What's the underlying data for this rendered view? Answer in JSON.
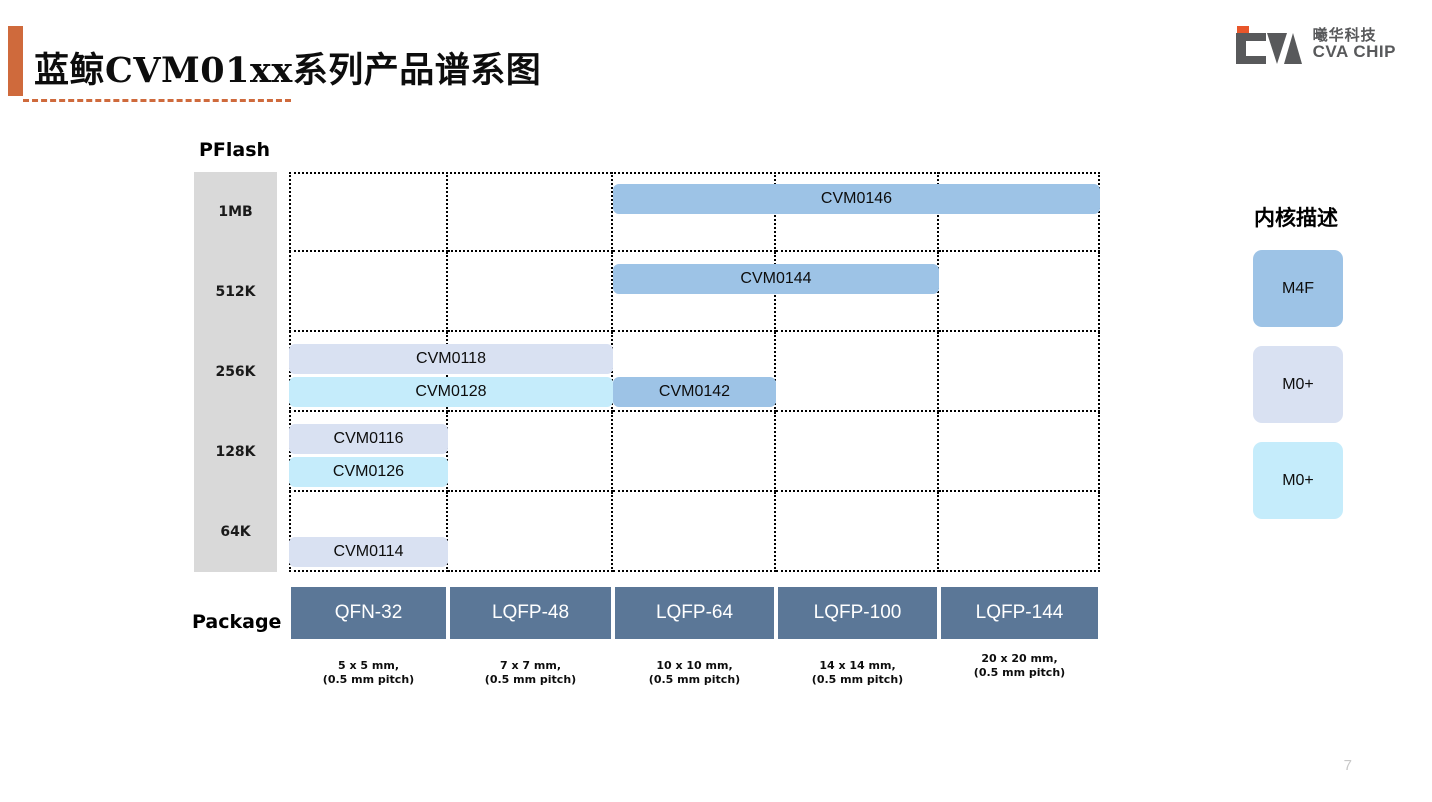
{
  "header": {
    "title": "蓝鲸CVM01xx系列产品谱系图",
    "accent_color": "#cf6a3c"
  },
  "logo": {
    "cn": "曦华科技",
    "en": "CVA CHIP",
    "mark_color": "#58595b",
    "accent_color": "#e8562a"
  },
  "axes": {
    "y_caption": "PFlash",
    "x_caption": "Package"
  },
  "legend": {
    "title": "内核描述",
    "items": [
      {
        "label": "M4F",
        "color": "#9dc3e6"
      },
      {
        "label": "M0+",
        "color": "#d9e1f2"
      },
      {
        "label": "M0+",
        "color": "#c5ecfb"
      }
    ]
  },
  "page_number": "7",
  "chart_data": {
    "type": "bar",
    "title": "蓝鲸CVM01xx系列产品谱系图",
    "xlabel": "Package",
    "ylabel": "PFlash",
    "grid": true,
    "legend_position": "right",
    "categories": [
      "QFN-32",
      "LQFP-48",
      "LQFP-64",
      "LQFP-100",
      "LQFP-144"
    ],
    "category_notes": [
      "5 x 5 mm,\n(0.5 mm pitch)",
      "7 x 7 mm,\n(0.5 mm pitch)",
      "10 x 10 mm,\n(0.5 mm pitch)",
      "14 x 14 mm,\n(0.5 mm pitch)",
      "20 x 20 mm,\n(0.5 mm pitch)"
    ],
    "y_categories": [
      "1MB",
      "512K",
      "256K",
      "128K",
      "64K"
    ],
    "series": [
      {
        "name": "CVM0146",
        "core": "M4F",
        "color": "#9dc3e6",
        "flash": "1MB",
        "package_from": "LQFP-64",
        "package_to": "LQFP-144",
        "col_start": 3,
        "col_end": 5,
        "row": 1,
        "sub": 0
      },
      {
        "name": "CVM0144",
        "core": "M4F",
        "color": "#9dc3e6",
        "flash": "512K",
        "package_from": "LQFP-64",
        "package_to": "LQFP-100",
        "col_start": 3,
        "col_end": 4,
        "row": 2,
        "sub": 0
      },
      {
        "name": "CVM0118",
        "core": "M0+",
        "color": "#d9e1f2",
        "flash": "256K",
        "package_from": "QFN-32",
        "package_to": "LQFP-48",
        "col_start": 1,
        "col_end": 2,
        "row": 3,
        "sub": 0
      },
      {
        "name": "CVM0128",
        "core": "M0+",
        "color": "#c5ecfb",
        "flash": "256K",
        "package_from": "QFN-32",
        "package_to": "LQFP-48",
        "col_start": 1,
        "col_end": 2,
        "row": 3,
        "sub": 1
      },
      {
        "name": "CVM0142",
        "core": "M4F",
        "color": "#9dc3e6",
        "flash": "256K",
        "package_from": "LQFP-64",
        "package_to": "LQFP-64",
        "col_start": 3,
        "col_end": 3,
        "row": 3,
        "sub": 1
      },
      {
        "name": "CVM0116",
        "core": "M0+",
        "color": "#d9e1f2",
        "flash": "128K",
        "package_from": "QFN-32",
        "package_to": "QFN-32",
        "col_start": 1,
        "col_end": 1,
        "row": 4,
        "sub": 0
      },
      {
        "name": "CVM0126",
        "core": "M0+",
        "color": "#c5ecfb",
        "flash": "128K",
        "package_from": "QFN-32",
        "package_to": "QFN-32",
        "col_start": 1,
        "col_end": 1,
        "row": 4,
        "sub": 1
      },
      {
        "name": "CVM0114",
        "core": "M0+",
        "color": "#d9e1f2",
        "flash": "64K",
        "package_from": "QFN-32",
        "package_to": "QFN-32",
        "col_start": 1,
        "col_end": 1,
        "row": 5,
        "sub": 1
      }
    ]
  }
}
